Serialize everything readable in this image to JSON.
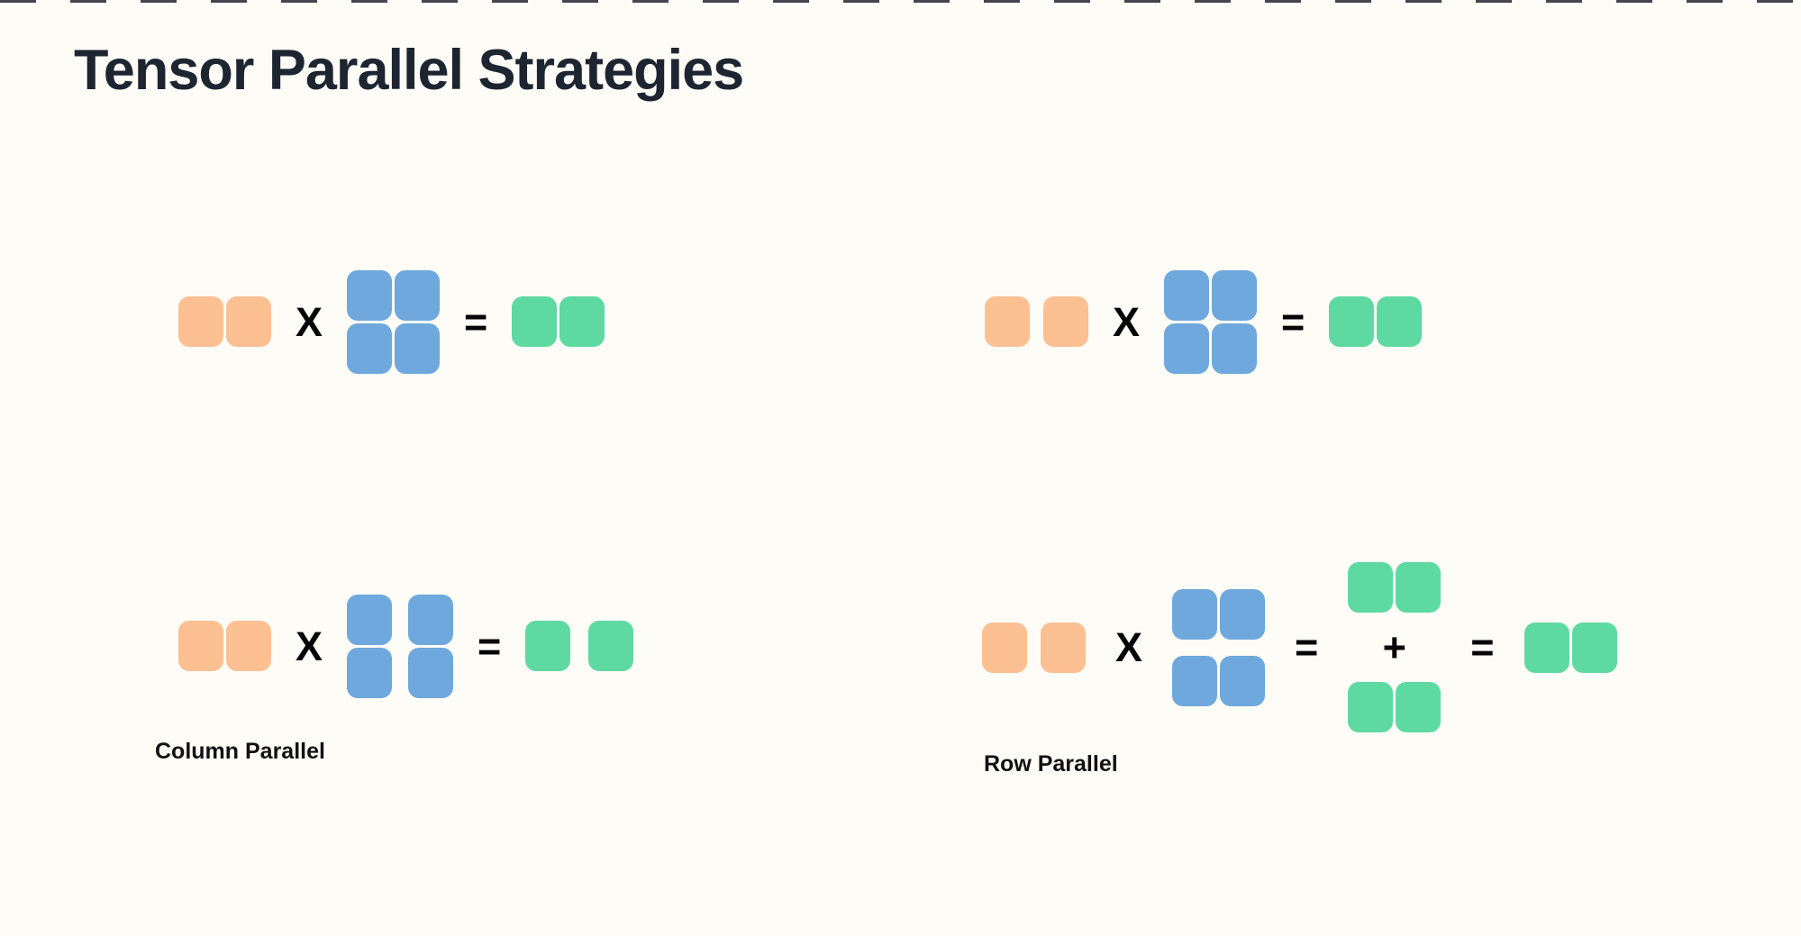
{
  "title": "Tensor Parallel Strategies",
  "colors": {
    "background": "#fdfcf6",
    "title": "#1d2531",
    "operator": "#060606",
    "top_dashes": "#45454f",
    "input_block": "#fcc093",
    "weight_block": "#6fa8dc",
    "output_block": "#5ed9a2"
  },
  "diagrams": [
    {
      "id": "top-left",
      "label": "",
      "sequence": [
        {
          "kind": "grid",
          "role": "input",
          "rows": 1,
          "cols": 2,
          "colGap": 3,
          "rowGap": 3
        },
        {
          "kind": "op",
          "text": "X"
        },
        {
          "kind": "grid",
          "role": "weight",
          "rows": 2,
          "cols": 2,
          "colGap": 3,
          "rowGap": 3
        },
        {
          "kind": "op",
          "text": "="
        },
        {
          "kind": "grid",
          "role": "output",
          "rows": 1,
          "cols": 2,
          "colGap": 3,
          "rowGap": 3
        }
      ]
    },
    {
      "id": "top-right",
      "label": "",
      "sequence": [
        {
          "kind": "grid",
          "role": "input",
          "rows": 1,
          "cols": 2,
          "colGap": 15,
          "rowGap": 3
        },
        {
          "kind": "op",
          "text": "X"
        },
        {
          "kind": "grid",
          "role": "weight",
          "rows": 2,
          "cols": 2,
          "colGap": 3,
          "rowGap": 3
        },
        {
          "kind": "op",
          "text": "="
        },
        {
          "kind": "grid",
          "role": "output",
          "rows": 1,
          "cols": 2,
          "colGap": 3,
          "rowGap": 3
        }
      ]
    },
    {
      "id": "bottom-left",
      "label": "Column Parallel",
      "sequence": [
        {
          "kind": "grid",
          "role": "input",
          "rows": 1,
          "cols": 2,
          "colGap": 3,
          "rowGap": 3
        },
        {
          "kind": "op",
          "text": "X"
        },
        {
          "kind": "grid",
          "role": "weight",
          "rows": 2,
          "cols": 2,
          "colGap": 18,
          "rowGap": 3
        },
        {
          "kind": "op",
          "text": "="
        },
        {
          "kind": "grid",
          "role": "output",
          "rows": 1,
          "cols": 2,
          "colGap": 20,
          "rowGap": 3
        }
      ]
    },
    {
      "id": "bottom-right",
      "label": "Row Parallel",
      "sequence": [
        {
          "kind": "grid",
          "role": "input",
          "rows": 1,
          "cols": 2,
          "colGap": 15,
          "rowGap": 3
        },
        {
          "kind": "op",
          "text": "X"
        },
        {
          "kind": "grid",
          "role": "weight",
          "rows": 2,
          "cols": 2,
          "colGap": 3,
          "rowGap": 18
        },
        {
          "kind": "op",
          "text": "="
        },
        {
          "kind": "vstack",
          "gap": 16,
          "items": [
            {
              "kind": "grid",
              "role": "output",
              "rows": 1,
              "cols": 2,
              "colGap": 3,
              "rowGap": 3
            },
            {
              "kind": "op",
              "text": "+"
            },
            {
              "kind": "grid",
              "role": "output",
              "rows": 1,
              "cols": 2,
              "colGap": 3,
              "rowGap": 3
            }
          ]
        },
        {
          "kind": "op",
          "text": "="
        },
        {
          "kind": "grid",
          "role": "output",
          "rows": 1,
          "cols": 2,
          "colGap": 3,
          "rowGap": 3
        }
      ]
    }
  ]
}
